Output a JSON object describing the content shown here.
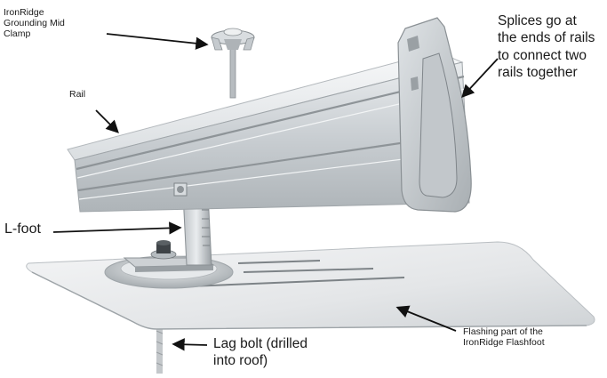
{
  "labels": {
    "clamp": "IronRidge\nGrounding Mid\nClamp",
    "rail": "Rail",
    "splice": "Splices go at\nthe ends of rails\nto connect two\nrails together",
    "lfoot": "L-foot",
    "flashing": "Flashing part of the\nIronRidge Flashfoot",
    "lagbolt": "Lag bolt (drilled\ninto roof)"
  },
  "colors": {
    "rail_light": "#f1f3f4",
    "rail_mid": "#d3d7da",
    "rail_dark": "#9ea4a8",
    "flashing": "#e7e9ea",
    "arrow": "#111111"
  }
}
